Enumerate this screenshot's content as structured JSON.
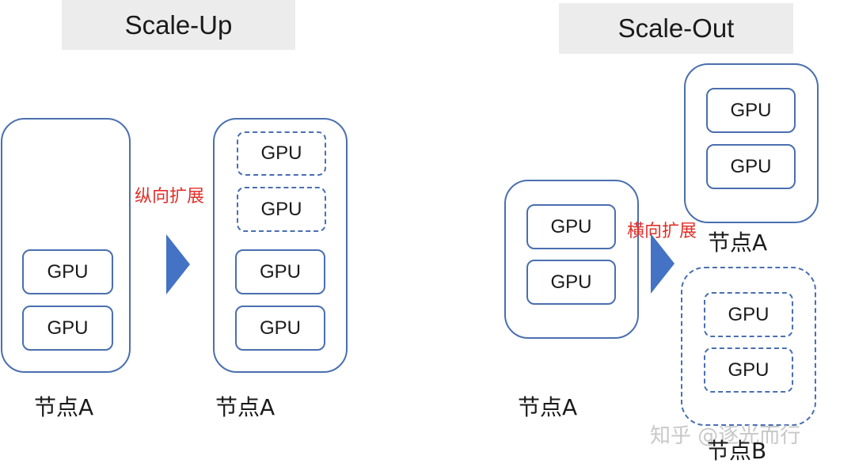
{
  "titles": {
    "scale_up": "Scale-Up",
    "scale_out": "Scale-Out"
  },
  "gpu_label": "GPU",
  "node_labels": {
    "a": "节点A",
    "b": "节点B"
  },
  "actions": {
    "vertical": "纵向扩展",
    "horizontal": "横向扩展"
  },
  "watermark": "知乎 @逐光而行",
  "colors": {
    "border": "#4a6fb0",
    "arrow": "#4472c4",
    "action_text": "#e0302a",
    "title_bg": "#ececec"
  }
}
